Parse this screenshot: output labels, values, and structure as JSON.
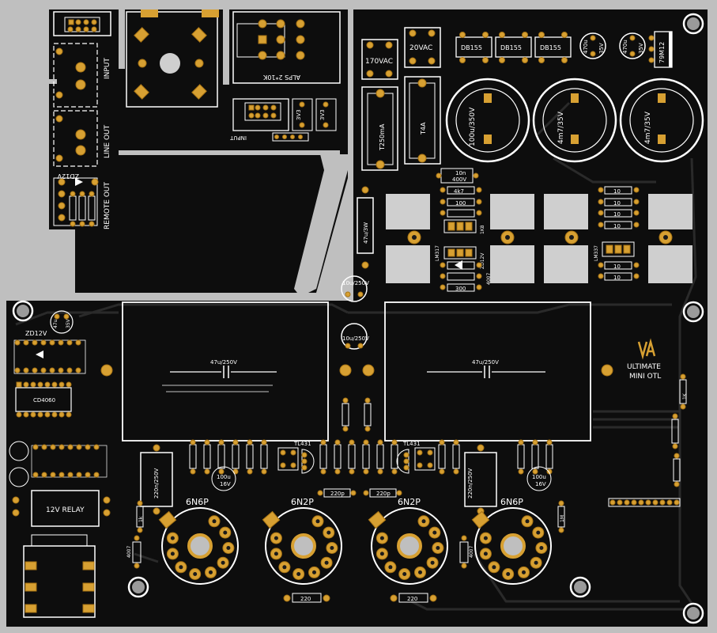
{
  "board": {
    "colors": {
      "solder_mask": "#0d0d0d",
      "copper_pad": "#d7a032",
      "silkscreen": "#ffffff",
      "background": "#bfbfbf",
      "heatsink": "#cfcfcf"
    },
    "brand_line1": "ULTIMATE",
    "brand_line2": "MINI OTL",
    "logo": "UA-logo"
  },
  "labels": {
    "input": "INPUT",
    "line_out": "LINE OUT",
    "remote_out": "REMOTE OUT",
    "zd12v_top": "ZD12V",
    "alps": "ALPS 2*10K",
    "input_small": "INPUT",
    "v3a": "3V3",
    "v3b": "3V3",
    "vac170": "170VAC",
    "vac20": "20VAC",
    "fuse1": "T250mA",
    "fuse2": "T4A",
    "db1": "DB155",
    "db2": "DB155",
    "db3": "DB155",
    "c470a": "470u",
    "c470a_v": "35V",
    "c470b": "470u",
    "c470b_v": "35V",
    "reg7912": "79M12",
    "cap100u": "100u/350V",
    "cap4m7a": "4m7/35V",
    "cap4m7b": "4m7/35V",
    "cap10n": "10n",
    "cap10n_v": "400V",
    "r4k7": "4k7",
    "r100": "100",
    "r1k8": "1K8",
    "lm317a": "LM317",
    "zd12v2": "ZD12V",
    "r300": "300",
    "dio4007": "4007",
    "r10a": "10",
    "r10b": "10",
    "r10c": "10",
    "r10d": "10",
    "lm337": "LM337",
    "r10e": "10",
    "r10f": "10",
    "cap47u3w": "47u/3W",
    "cap10u250a": "10u/250V",
    "cap10u250b": "10u/250V",
    "cap47u250a": "47u/250V",
    "cap47u250b": "47u/250V",
    "zd12v_left": "ZD12V",
    "cd4060": "CD4060",
    "relay": "12V RELAY",
    "tl431a": "TL431",
    "tl431b": "TL431",
    "cap220n250a": "220n/250V",
    "cap220n250b": "220n/250V",
    "cap100u16a": "100u",
    "cap100u16a_v": "16V",
    "cap100u16b": "100u",
    "cap100u16b_v": "16V",
    "c220pa": "220p",
    "c220pb": "220p",
    "r220a": "220",
    "r220b": "220",
    "tube1": "6N6P",
    "tube2": "6N2P",
    "tube3": "6N2P",
    "tube4": "6N6P",
    "r1k": "1k",
    "r1m": "1M",
    "d4007b": "4007",
    "d4007c": "4007",
    "cap47u35v": "47u",
    "cap47u35v_v": "35V",
    "r1k2": "1K"
  }
}
